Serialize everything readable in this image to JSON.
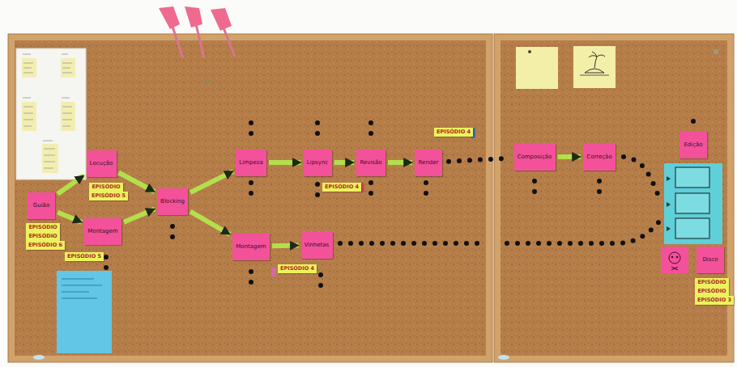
{
  "diagram": {
    "nodes": [
      {
        "text": [
          "Guião"
        ]
      },
      {
        "text": [
          "Locução"
        ]
      },
      {
        "text": [
          "Montagem"
        ]
      },
      {
        "text": [
          "Blocking"
        ]
      },
      {
        "text": [
          "Limpeza"
        ]
      },
      {
        "text": [
          "Lipsync"
        ]
      },
      {
        "text": [
          "Revisão"
        ]
      },
      {
        "text": [
          "Render"
        ]
      },
      {
        "text": [
          "Montagem"
        ]
      },
      {
        "text": [
          "Vinhetas"
        ]
      },
      {
        "text": [
          "Composição"
        ]
      },
      {
        "text": [
          "Correção"
        ]
      },
      {
        "text": [
          "Edição"
        ]
      },
      {
        "text": [
          "Disco"
        ]
      }
    ],
    "edges": [
      {
        "from": 0,
        "to": 1,
        "arrow": "to"
      },
      {
        "from": 0,
        "to": 2,
        "arrow": "to"
      },
      {
        "from": 1,
        "to": 3,
        "arrow": "to"
      },
      {
        "from": 2,
        "to": 3,
        "arrow": "to"
      },
      {
        "from": 3,
        "to": 4,
        "arrow": "to"
      },
      {
        "from": 3,
        "to": 8,
        "arrow": "to"
      },
      {
        "from": 4,
        "to": 5,
        "arrow": "to"
      },
      {
        "from": 5,
        "to": 6,
        "arrow": "to"
      },
      {
        "from": 6,
        "to": 7,
        "arrow": "to"
      },
      {
        "from": 8,
        "to": 9,
        "arrow": "to"
      },
      {
        "from": 7,
        "to": 10,
        "arrow": "none"
      },
      {
        "from": 10,
        "to": 11,
        "arrow": "to"
      }
    ],
    "labels": [
      "EPISÓDIO",
      "EPISÓDIO 5",
      "EPISÓDIO",
      "EPISÓDIO",
      "EPISÓDIO 6",
      "EPISÓDIO 5",
      "EPISÓDIO 4",
      "EPISÓDIO 4",
      "EPISÓDIO 4",
      "EPISÓDIO",
      "EPISÓDIO",
      "EPISÓDIO 3"
    ]
  }
}
